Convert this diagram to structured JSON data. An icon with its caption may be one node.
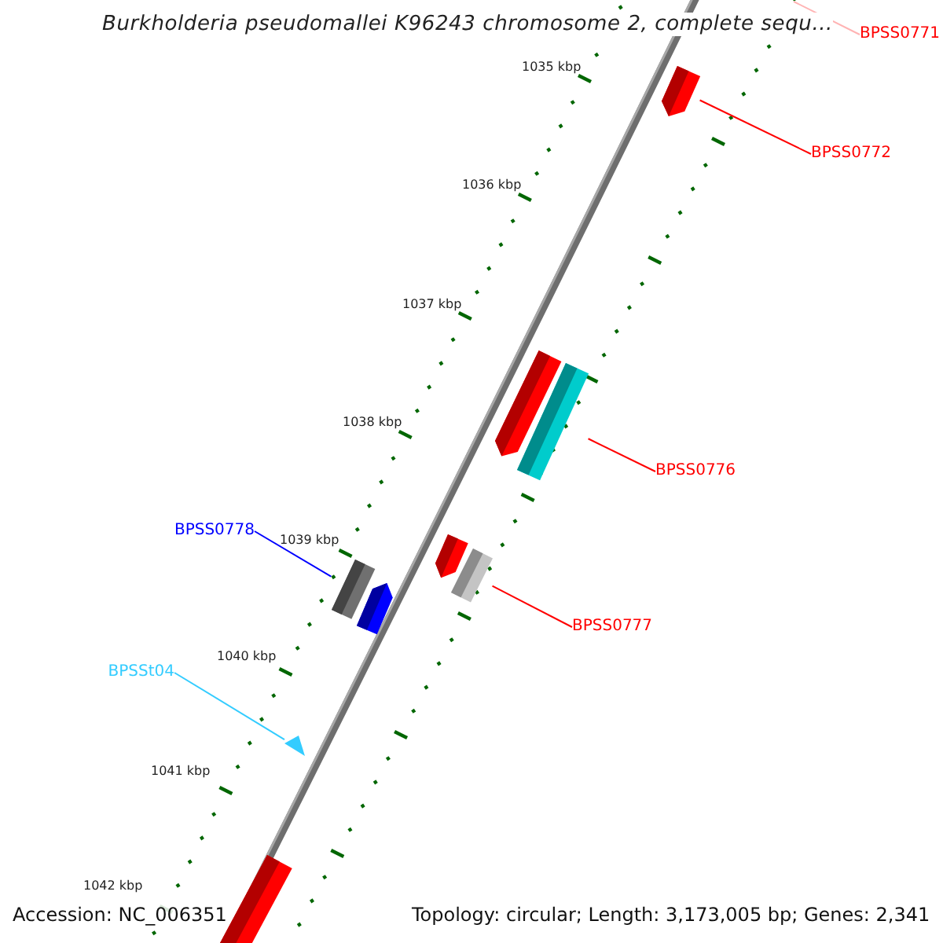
{
  "diagram": {
    "title": "Burkholderia pseudomallei K96243 chromosome 2, complete sequ...",
    "nodes": [
      {
        "text": [
          "BPSS0771"
        ]
      },
      {
        "text": [
          "BPSS0772"
        ]
      },
      {
        "text": [],
        "shape": "bar"
      },
      {
        "text": [
          "BPSS0776"
        ]
      },
      {
        "text": [],
        "shape": "bar"
      },
      {
        "text": [],
        "shape": "bar"
      },
      {
        "text": [
          "BPSS0777"
        ]
      },
      {
        "text": [],
        "shape": "bar"
      },
      {
        "text": [],
        "shape": "bar"
      },
      {
        "text": [
          "BPSS0778"
        ]
      },
      {
        "text": [],
        "shape": "bar"
      },
      {
        "text": [],
        "shape": "bar"
      },
      {
        "text": [
          "BPSSt04"
        ]
      },
      {
        "text": [],
        "shape": "triangle"
      },
      {
        "text": [],
        "shape": "bar"
      }
    ],
    "edges": [
      {
        "from": 0,
        "to": null,
        "arrow": "none",
        "color": "#ffb3b3"
      },
      {
        "from": 1,
        "to": 2,
        "arrow": "none"
      },
      {
        "from": 3,
        "to": 5,
        "arrow": "none"
      },
      {
        "from": 6,
        "to": 8,
        "arrow": "none"
      },
      {
        "from": 9,
        "to": 10,
        "arrow": "none",
        "color": "#0000ff"
      },
      {
        "from": 12,
        "to": 13,
        "arrow": "none",
        "color": "#33ccff"
      }
    ],
    "labels": [
      "1035 kbp",
      "1036 kbp",
      "1037 kbp",
      "1038 kbp",
      "1039 kbp",
      "1040 kbp",
      "1041 kbp",
      "1042 kbp",
      "Accession: NC_006351",
      "Topology: circular; Length: 3,173,005 bp; Genes: 2,341"
    ]
  }
}
